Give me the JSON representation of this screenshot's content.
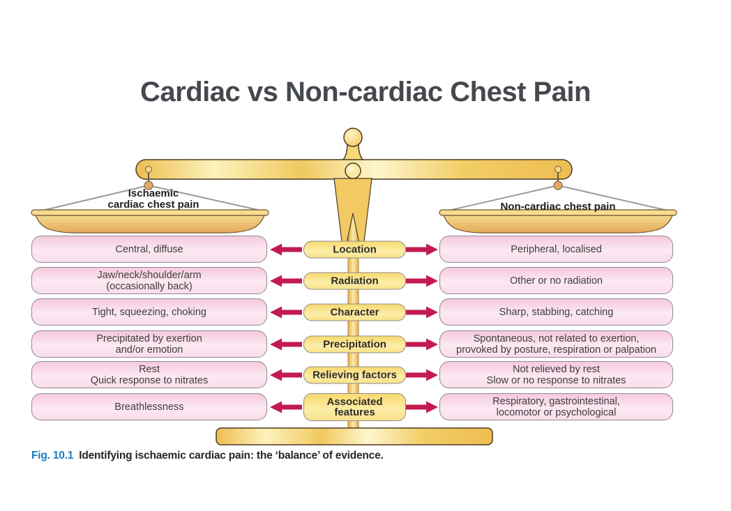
{
  "title": "Cardiac vs Non-cardiac Chest Pain",
  "scale": {
    "left_pan_label": [
      "Ischaemic",
      "cardiac chest pain"
    ],
    "right_pan_label": "Non-cardiac chest pain"
  },
  "rows": [
    {
      "left": [
        "Central, diffuse"
      ],
      "center": [
        "Location"
      ],
      "right": [
        "Peripheral, localised"
      ]
    },
    {
      "left": [
        "Jaw/neck/shoulder/arm",
        "(occasionally back)"
      ],
      "center": [
        "Radiation"
      ],
      "right": [
        "Other or no radiation"
      ]
    },
    {
      "left": [
        "Tight, squeezing, choking"
      ],
      "center": [
        "Character"
      ],
      "right": [
        "Sharp, stabbing, catching"
      ]
    },
    {
      "left": [
        "Precipitated by exertion",
        "and/or emotion"
      ],
      "center": [
        "Precipitation"
      ],
      "right": [
        "Spontaneous, not related to exertion,",
        "provoked by posture, respiration or palpation"
      ]
    },
    {
      "left": [
        "Rest",
        "Quick response to nitrates"
      ],
      "center": [
        "Relieving factors"
      ],
      "right": [
        "Not relieved by rest",
        "Slow or no response to nitrates"
      ]
    },
    {
      "left": [
        "Breathlessness"
      ],
      "center": [
        "Associated",
        "features"
      ],
      "right": [
        "Respiratory, gastrointestinal,",
        "locomotor or psychological"
      ]
    }
  ],
  "caption": {
    "fig_label": "Fig. 10.1",
    "text": "Identifying ischaemic cardiac pain: the ‘balance’ of evidence."
  },
  "colors": {
    "arrow_crimson": "#c21b50",
    "box_pink": "#f9ddeb",
    "box_pink_border": "#8d8a94",
    "label_gold": "#f8d96e",
    "scale_gold": "#f0c75e",
    "fig_label_blue": "#1b7cc1",
    "title_gray": "#45484d"
  }
}
